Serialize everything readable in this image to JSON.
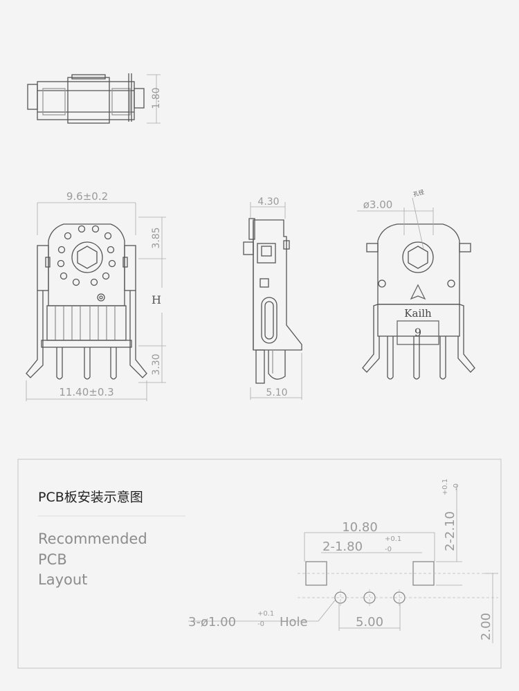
{
  "top_view": {
    "height_dim": "1.80"
  },
  "front_view": {
    "width_dim": "9.6±0.2",
    "height_dim_top": "3.85",
    "height_label": "H",
    "height_dim_bottom": "3.30",
    "base_width_dim": "11.40±0.3"
  },
  "side_view": {
    "width_dim": "4.30",
    "base_dim": "5.10"
  },
  "back_view": {
    "shaft_dim": "ø3.00",
    "shaft_note": "孔径",
    "brand": "Kailh",
    "size_mark": "9"
  },
  "pcb_panel": {
    "title": "PCB板安装示意图",
    "subtitle_lines": [
      "Recommended",
      "PCB",
      "Layout"
    ],
    "dim_total_width": "10.80",
    "dim_pad_spacing": "2-1.80",
    "dim_pad_spacing_tol_plus": "+0.1",
    "dim_pad_spacing_tol_minus": "-0",
    "dim_pad_height": "2-2.10",
    "dim_pad_height_tol_plus": "+0.1",
    "dim_pad_height_tol_minus": "-0",
    "dim_hole": "3-ø1.00",
    "dim_hole_tol_plus": "+0.1",
    "dim_hole_tol_minus": "-0",
    "dim_hole_suffix": "Hole",
    "dim_pin_pitch": "5.00",
    "dim_row_offset": "2.00"
  }
}
